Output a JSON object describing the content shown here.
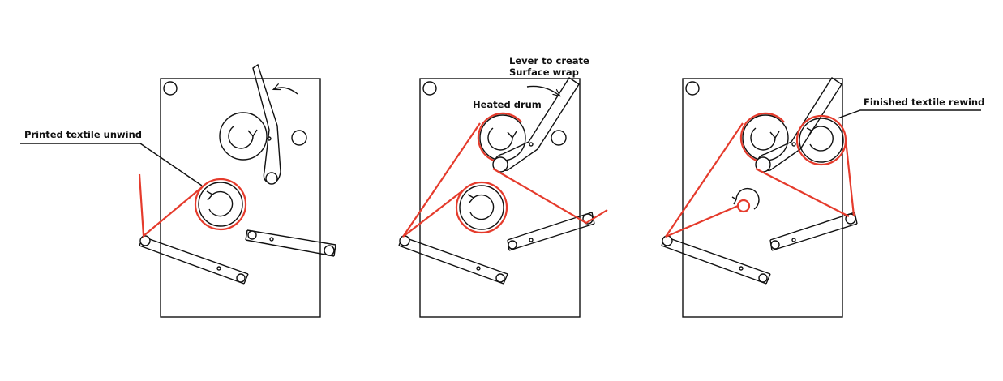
{
  "labels": {
    "unwind": "Printed textile unwind",
    "lever_line1": "Lever to create",
    "lever_line2": "Surface wrap",
    "heated_drum": "Heated drum",
    "rewind": "Finished textile rewind"
  },
  "colors": {
    "fabric": "#e53b2c",
    "line": "#111111",
    "background": "#ffffff"
  }
}
